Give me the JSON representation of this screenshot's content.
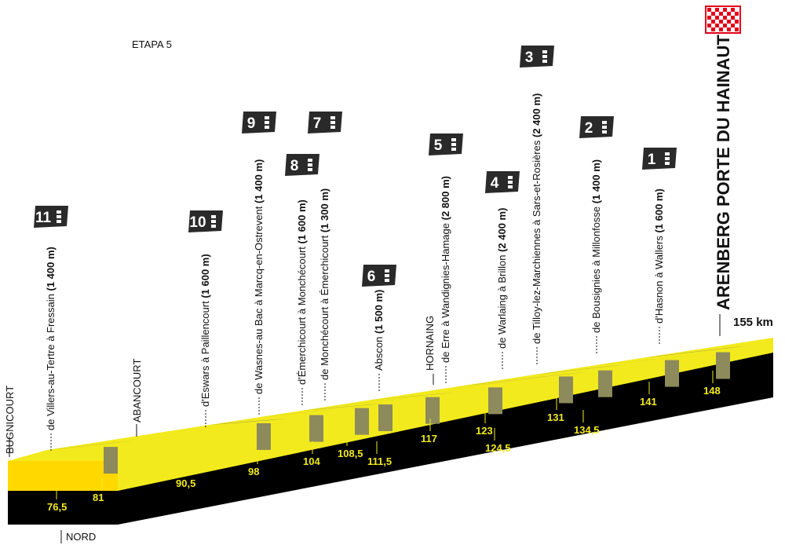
{
  "stage_title": "ETAPA 5",
  "start": {
    "name": "BUGNICOURT"
  },
  "region": "NORD",
  "finish": {
    "name": "ARENBERG PORTE DU HAINAUT",
    "distance": "155 km"
  },
  "places": [
    {
      "name": "ABANCOURT"
    },
    {
      "name": "HORNAING"
    }
  ],
  "sectors": [
    {
      "number": "11",
      "label": "de Villers-au-Tertre à Fressain",
      "length": "(1 400 m)",
      "km_start": "76,5",
      "km_end": "81",
      "stars": 3
    },
    {
      "number": "10",
      "label": "d'Eswars à Paillencourt",
      "length": "(1 600 m)",
      "km_start": "90,5",
      "km_end": "",
      "stars": 3
    },
    {
      "number": "9",
      "label": "de Wasnes-au Bac à Marcq-en-Ostrevent",
      "length": "(1 400 m)",
      "km_start": "98",
      "km_end": "",
      "stars": 3
    },
    {
      "number": "8",
      "label": "d'Émerchicourt à Monchécourt",
      "length": "(1 600 m)",
      "km_start": "104",
      "km_end": "",
      "stars": 3
    },
    {
      "number": "7",
      "label": "de Monchécourt à Émerchicourt",
      "length": "(1 300 m)",
      "km_start": "108,5",
      "km_end": "",
      "stars": 3
    },
    {
      "number": "6",
      "label": "Abscon",
      "length": "(1 500 m)",
      "km_start": "111,5",
      "km_end": "",
      "stars": 3
    },
    {
      "number": "5",
      "label": "de Erre à Wandignies-Hamage",
      "length": "(2 800 m)",
      "km_start": "117",
      "km_end": "",
      "stars": 3
    },
    {
      "number": "4",
      "label": "de Warlaing à Brillon",
      "length": "(2 400 m)",
      "km_start": "123",
      "km_end": "124,5",
      "stars": 3
    },
    {
      "number": "3",
      "label": "de Tilloy-lez-Marchiennes à Sars-et-Rosières",
      "length": "(2 400 m)",
      "km_start": "131",
      "km_end": "",
      "stars": 3
    },
    {
      "number": "2",
      "label": "de Bousignies à Millonfosse",
      "length": "(1 400 m)",
      "km_start": "134,5",
      "km_end": "",
      "stars": 3
    },
    {
      "number": "1",
      "label": "d'Hasnon à Wallers",
      "length": "(1 600 m)",
      "km_start": "141",
      "km_end": "148",
      "stars": 3
    }
  ],
  "colors": {
    "road_top": "#f2ea1c",
    "road_front": "#ffd800",
    "base": "#000000",
    "cobble": "#8d8a5c",
    "badge": "#2a2a2a",
    "finish_flag": "#e2001a"
  }
}
